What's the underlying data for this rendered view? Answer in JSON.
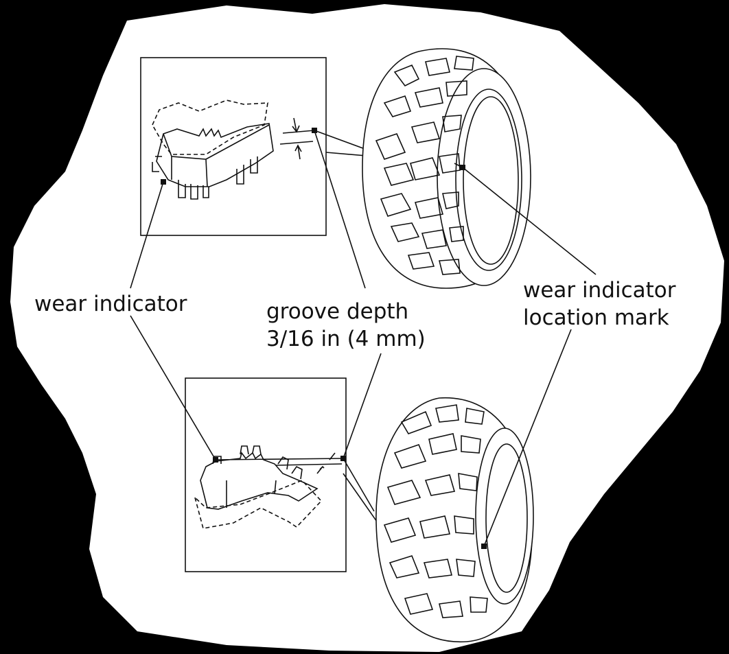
{
  "labels": {
    "wear_indicator": "wear indicator",
    "groove_depth_line1": "groove depth",
    "groove_depth_line2": "3/16 in (4 mm)",
    "location_mark_line1": "wear indicator",
    "location_mark_line2": "location mark"
  },
  "colors": {
    "background": "#000000",
    "paper": "#ffffff",
    "ink": "#111111"
  }
}
